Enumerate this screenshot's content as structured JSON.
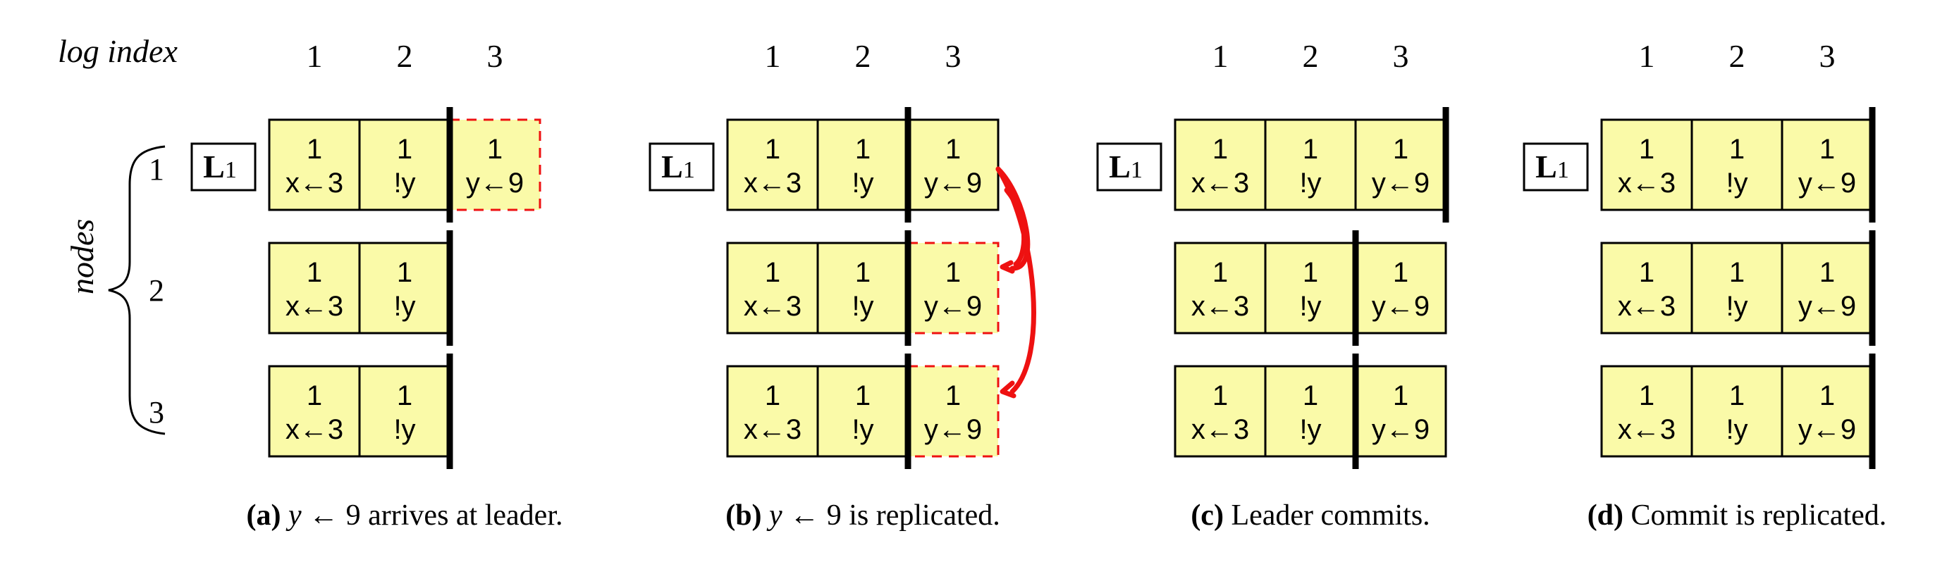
{
  "labels": {
    "log_index": "log index",
    "nodes": "nodes",
    "node_numbers": [
      "1",
      "2",
      "3"
    ],
    "index_numbers": [
      "1",
      "2",
      "3"
    ],
    "leader_letter": "L",
    "leader_subscript": "1"
  },
  "entry_terms": [
    "1",
    "1",
    "1"
  ],
  "entry_commands": [
    "x←3",
    "!y",
    "y←9"
  ],
  "panels": [
    {
      "caption_letter": "(a)",
      "caption_math_var": "y",
      "caption_math_arrow": "←",
      "caption_math_num": "9",
      "caption_rest": " arrives at leader.",
      "rows": [
        {
          "is_leader": true,
          "entries": 3,
          "pending_index": 3,
          "commit_after": 2
        },
        {
          "is_leader": false,
          "entries": 2,
          "pending_index": 0,
          "commit_after": 2
        },
        {
          "is_leader": false,
          "entries": 2,
          "pending_index": 0,
          "commit_after": 2
        }
      ],
      "replication_arrows": false
    },
    {
      "caption_letter": "(b)",
      "caption_math_var": "y",
      "caption_math_arrow": "←",
      "caption_math_num": "9",
      "caption_rest": " is replicated.",
      "rows": [
        {
          "is_leader": true,
          "entries": 3,
          "pending_index": 0,
          "commit_after": 2
        },
        {
          "is_leader": false,
          "entries": 3,
          "pending_index": 3,
          "commit_after": 2
        },
        {
          "is_leader": false,
          "entries": 3,
          "pending_index": 3,
          "commit_after": 2
        }
      ],
      "replication_arrows": true
    },
    {
      "caption_letter": "(c)",
      "caption_math_var": "",
      "caption_math_arrow": "",
      "caption_math_num": "",
      "caption_rest": "Leader commits.",
      "rows": [
        {
          "is_leader": true,
          "entries": 3,
          "pending_index": 0,
          "commit_after": 3
        },
        {
          "is_leader": false,
          "entries": 3,
          "pending_index": 0,
          "commit_after": 2
        },
        {
          "is_leader": false,
          "entries": 3,
          "pending_index": 0,
          "commit_after": 2
        }
      ],
      "replication_arrows": false
    },
    {
      "caption_letter": "(d)",
      "caption_math_var": "",
      "caption_math_arrow": "",
      "caption_math_num": "",
      "caption_rest": "Commit is replicated.",
      "rows": [
        {
          "is_leader": true,
          "entries": 3,
          "pending_index": 0,
          "commit_after": 3
        },
        {
          "is_leader": false,
          "entries": 3,
          "pending_index": 0,
          "commit_after": 3
        },
        {
          "is_leader": false,
          "entries": 3,
          "pending_index": 0,
          "commit_after": 3
        }
      ],
      "replication_arrows": false
    }
  ],
  "colors": {
    "entry_fill": "#fafaa8",
    "pending_border": "#ee1111",
    "arrow": "#ee1111"
  }
}
